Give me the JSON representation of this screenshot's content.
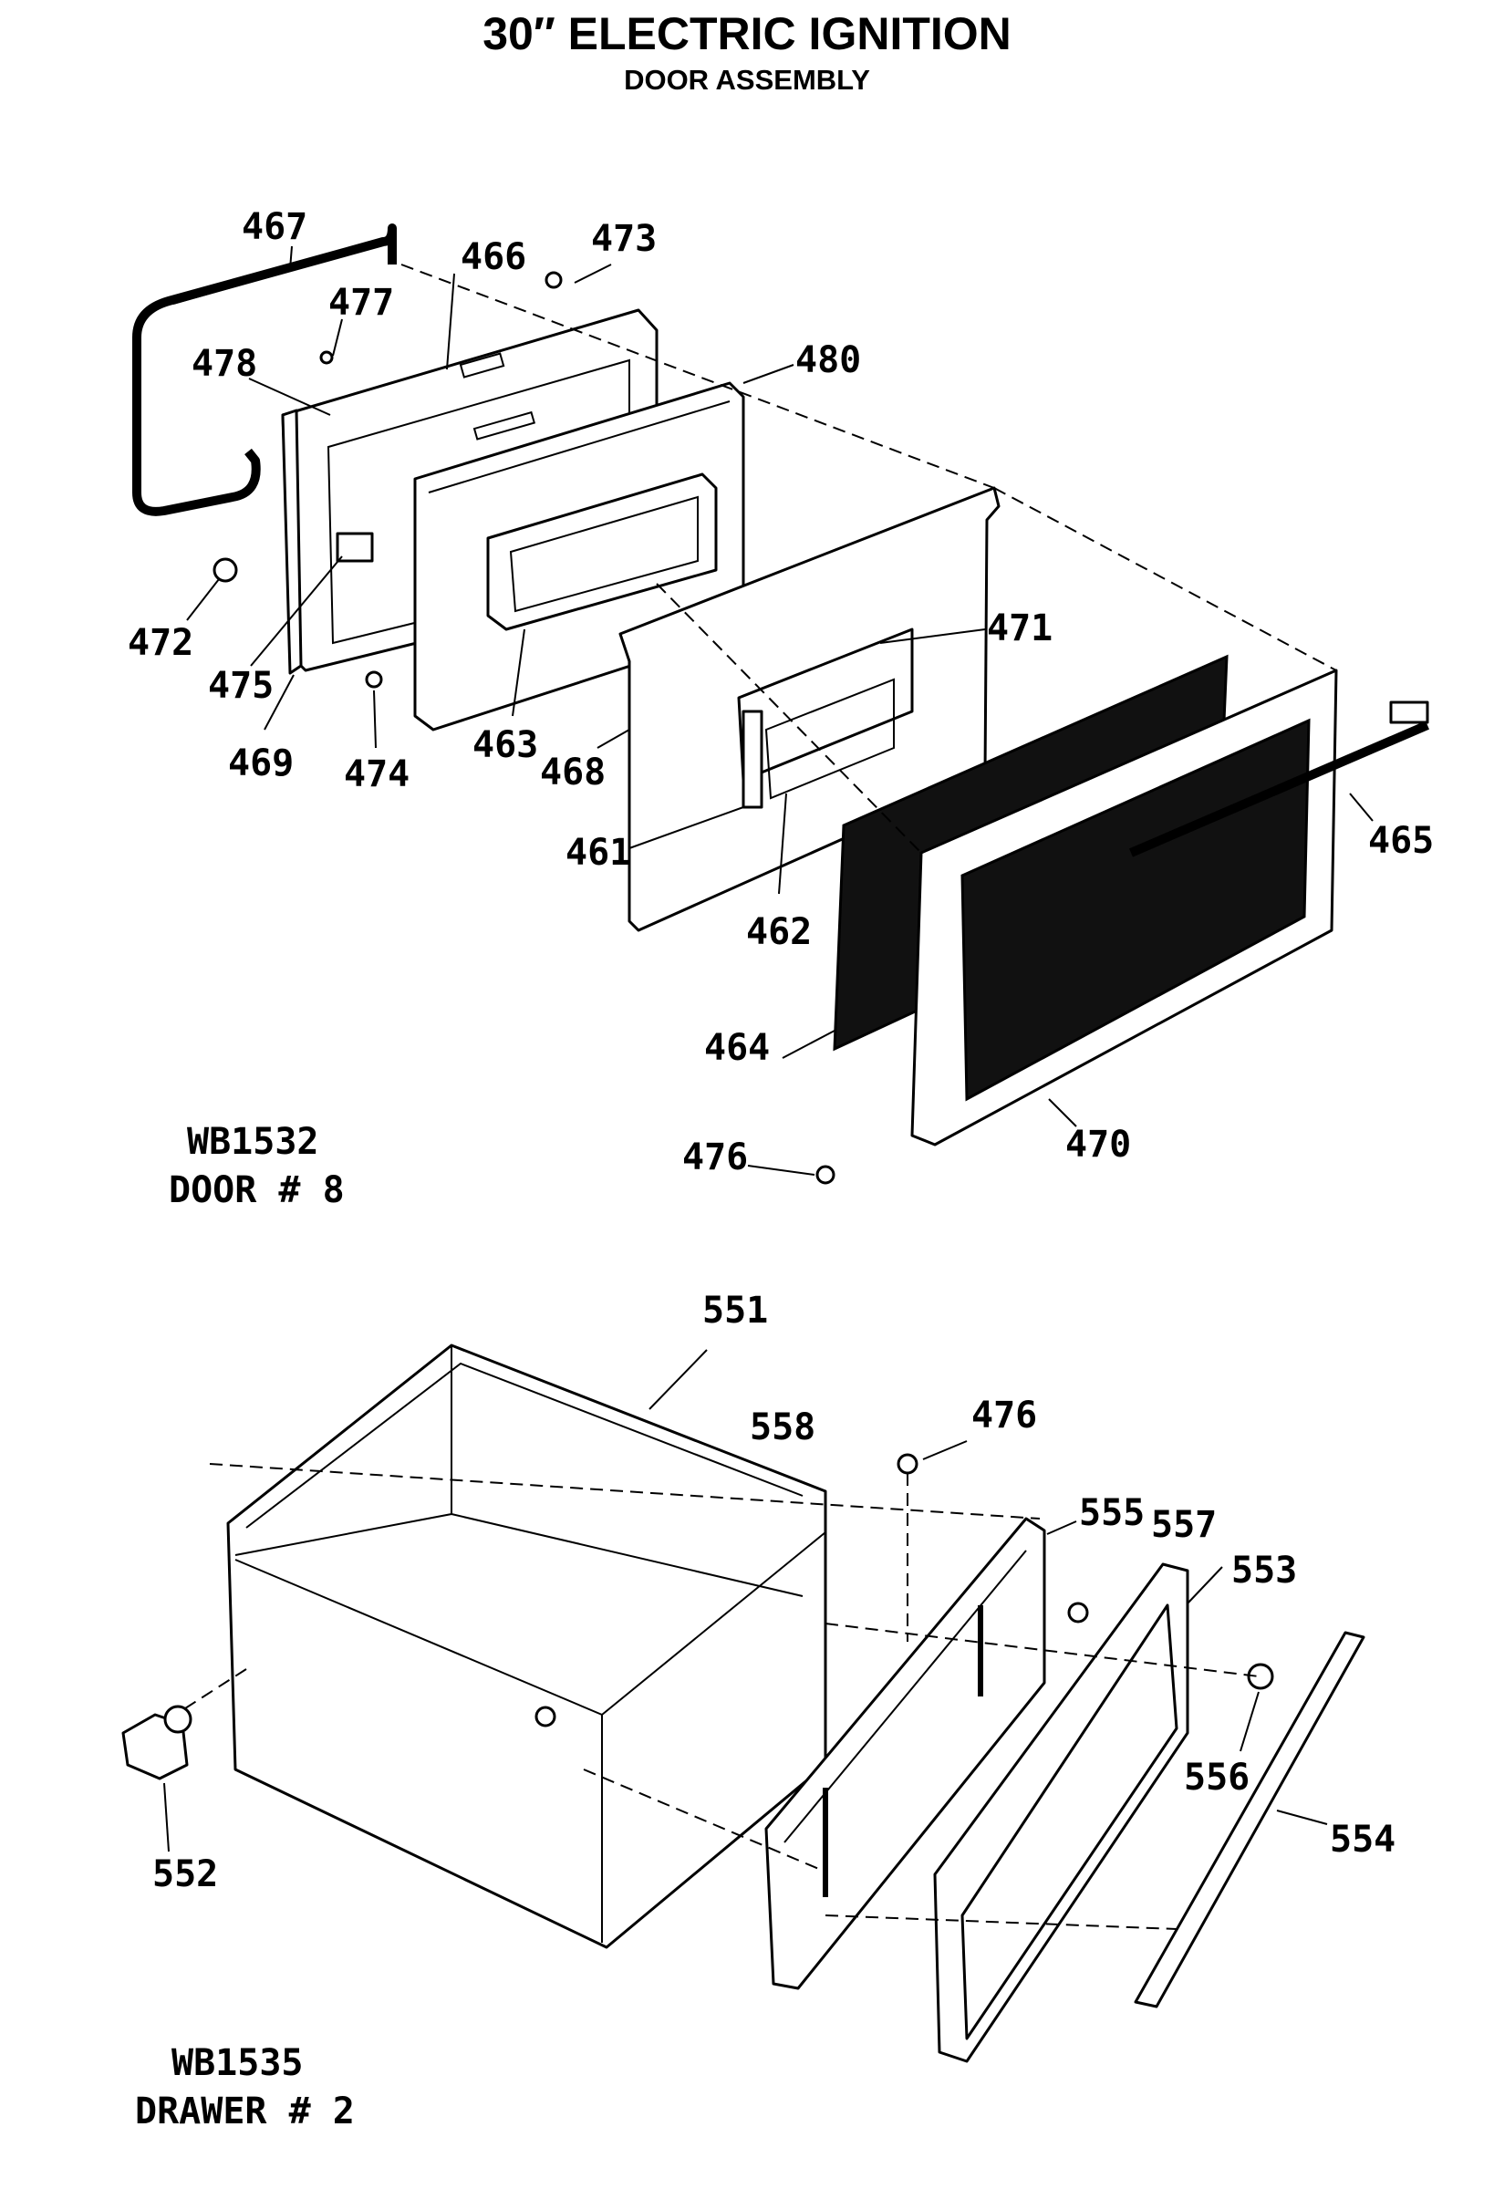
{
  "title": "30″ ELECTRIC IGNITION",
  "subtitle": "DOOR ASSEMBLY",
  "door_section": {
    "model_number": "WB1532",
    "model_name": "DOOR # 8",
    "part_labels": [
      "467",
      "466",
      "473",
      "477",
      "478",
      "480",
      "472",
      "475",
      "469",
      "474",
      "463",
      "468",
      "471",
      "461",
      "462",
      "465",
      "464",
      "476",
      "470"
    ]
  },
  "drawer_section": {
    "model_number": "WB1535",
    "model_name": "DRAWER # 2",
    "part_labels": [
      "551",
      "558",
      "476",
      "555",
      "557",
      "553",
      "552",
      "556",
      "554"
    ]
  }
}
